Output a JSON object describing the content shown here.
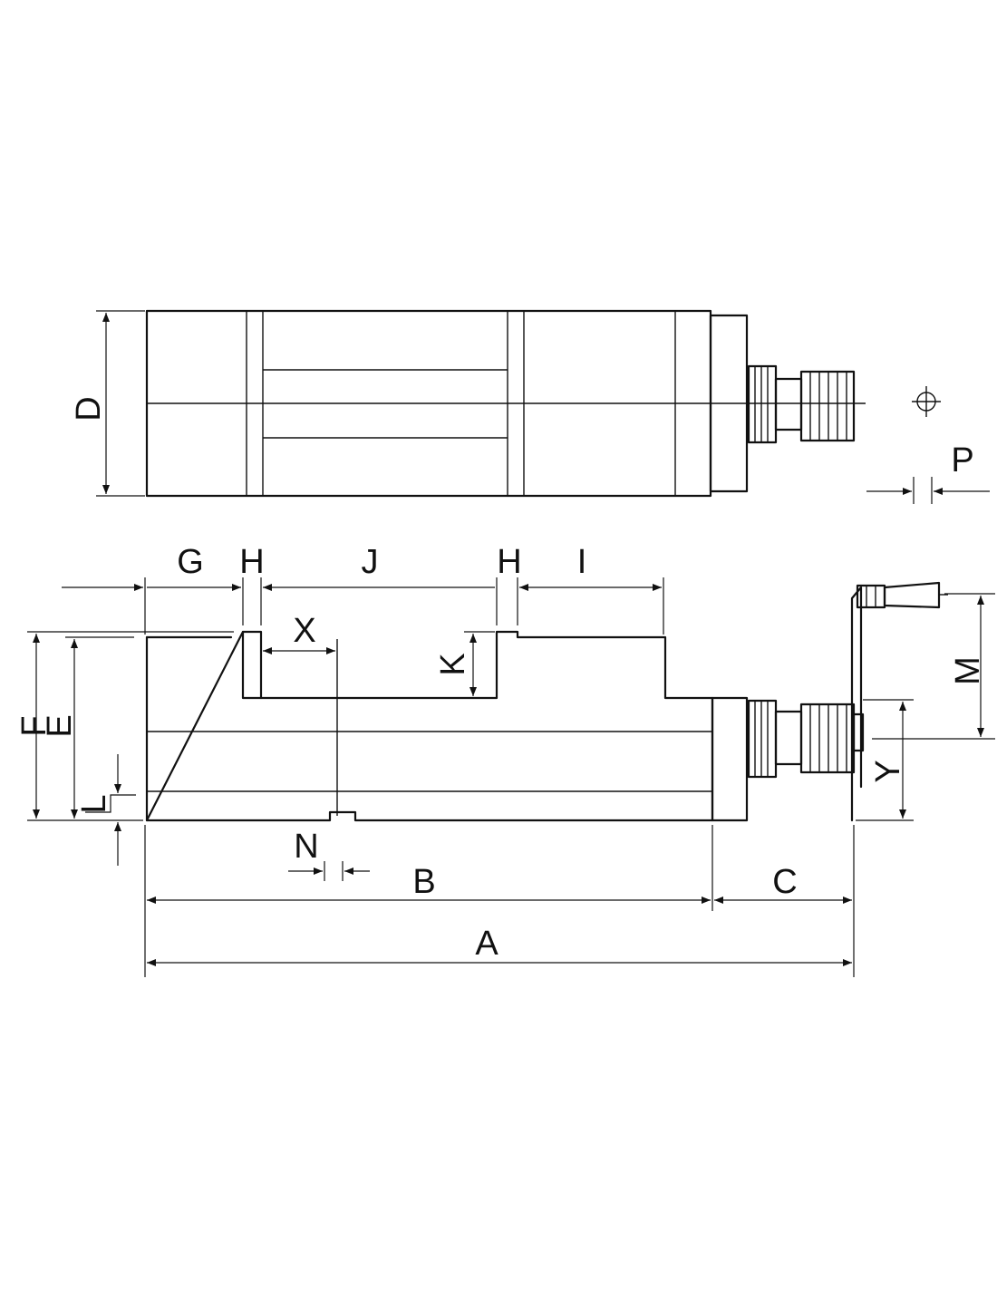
{
  "labels": {
    "D": "D",
    "P": "P",
    "G": "G",
    "H1": "H",
    "J": "J",
    "H2": "H",
    "I": "I",
    "X": "X",
    "K": "K",
    "M": "M",
    "F": "F",
    "E": "E",
    "L": "L",
    "Y": "Y",
    "N": "N",
    "B": "B",
    "C": "C",
    "A": "A"
  },
  "icons": {
    "position_symbol": "crosshair-circle-icon"
  }
}
